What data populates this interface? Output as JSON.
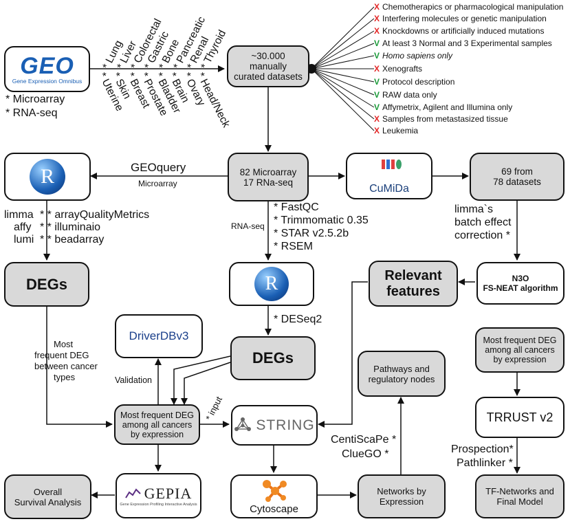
{
  "geo": {
    "logo": "GEO",
    "logo_subtitle": "Gene Expression Omnibus",
    "types": [
      "* Microarray",
      "* RNA-seq"
    ]
  },
  "cancers_top": [
    "* Lung",
    "* Liver",
    "* Colorectal",
    "* Gastric",
    "* Bone",
    "* Pancreatic",
    "* Renal",
    "* Thyroid"
  ],
  "cancers_bottom": [
    "* Uterine",
    "* Skin",
    "* Breast",
    "* Prostate",
    "* Bladder",
    "* Brain",
    "* Ovary",
    "* Head/Neck"
  ],
  "curated": "~30.000 manually curated datasets",
  "criteria": [
    {
      "mark": "X",
      "text": "Chemotherapics or pharmacological manipulation"
    },
    {
      "mark": "X",
      "text": "Interfering molecules or genetic manipulation"
    },
    {
      "mark": "X",
      "text": "Knockdowns or artificially induced mutations"
    },
    {
      "mark": "V",
      "text": "At least 3 Normal and 3 Experimental samples"
    },
    {
      "mark": "V",
      "text": "Homo sapiens only"
    },
    {
      "mark": "X",
      "text": "Xenografts"
    },
    {
      "mark": "V",
      "text": "Protocol description"
    },
    {
      "mark": "V",
      "text": "RAW data only"
    },
    {
      "mark": "V",
      "text": "Affymetrix, Agilent and Illumina only"
    },
    {
      "mark": "X",
      "text": "Samples from metastasized tissue"
    },
    {
      "mark": "X",
      "text": "Leukemia"
    }
  ],
  "counts": {
    "line1": "82 Microarray",
    "line2": "17 RNa-seq"
  },
  "geoquery": {
    "title": "GEOquery",
    "sub": "Microarray"
  },
  "cumida": "CuMiDa",
  "sixtynine": {
    "line1": "69 from",
    "line2": "78 datasets"
  },
  "r_label": "R",
  "packages_left": [
    "limma",
    "affy",
    "lumi"
  ],
  "packages_right": [
    "* * arrayQualityMetrics",
    "* * illuminaio",
    "* * beadarray"
  ],
  "rnaseq_label": "RNA-seq",
  "rnaseq_tools": [
    "* FastQC",
    "* Trimmomatic 0.35",
    "* STAR v2.5.2b",
    "* RSEM"
  ],
  "batch": [
    "limma`s",
    "batch effect",
    "correction *"
  ],
  "degs": "DEGs",
  "relevant": [
    "Relevant",
    "features"
  ],
  "n3o": [
    "N3O",
    "FS-NEAT algorithm"
  ],
  "deseq": "* DESeq2",
  "driverdb": "DriverDBv3",
  "most_frequent_between": [
    "Most",
    "frequent DEG",
    "between cancer",
    "types"
  ],
  "validation": "Validation",
  "pathways": [
    "Pathways and",
    "regulatory nodes"
  ],
  "mf_expression": [
    "Most frequent DEG",
    "among all cancers",
    "by expression"
  ],
  "input": "* input",
  "string": "STRING",
  "trrust": "TRRUST v2",
  "centiscape": [
    "CentiScaPe *",
    "ClueGO *"
  ],
  "prospection": [
    "Prospection*",
    "Pathlinker *"
  ],
  "overall": [
    "Overall",
    "Survival Analysis"
  ],
  "gepia": "GEPIA",
  "gepia_sub": "Gene Expression Profiling Interactive Analysis",
  "cytoscape": "Cytoscape",
  "networks": [
    "Networks by",
    "Expression"
  ],
  "tf": [
    "TF-Networks and",
    "Final Model"
  ]
}
